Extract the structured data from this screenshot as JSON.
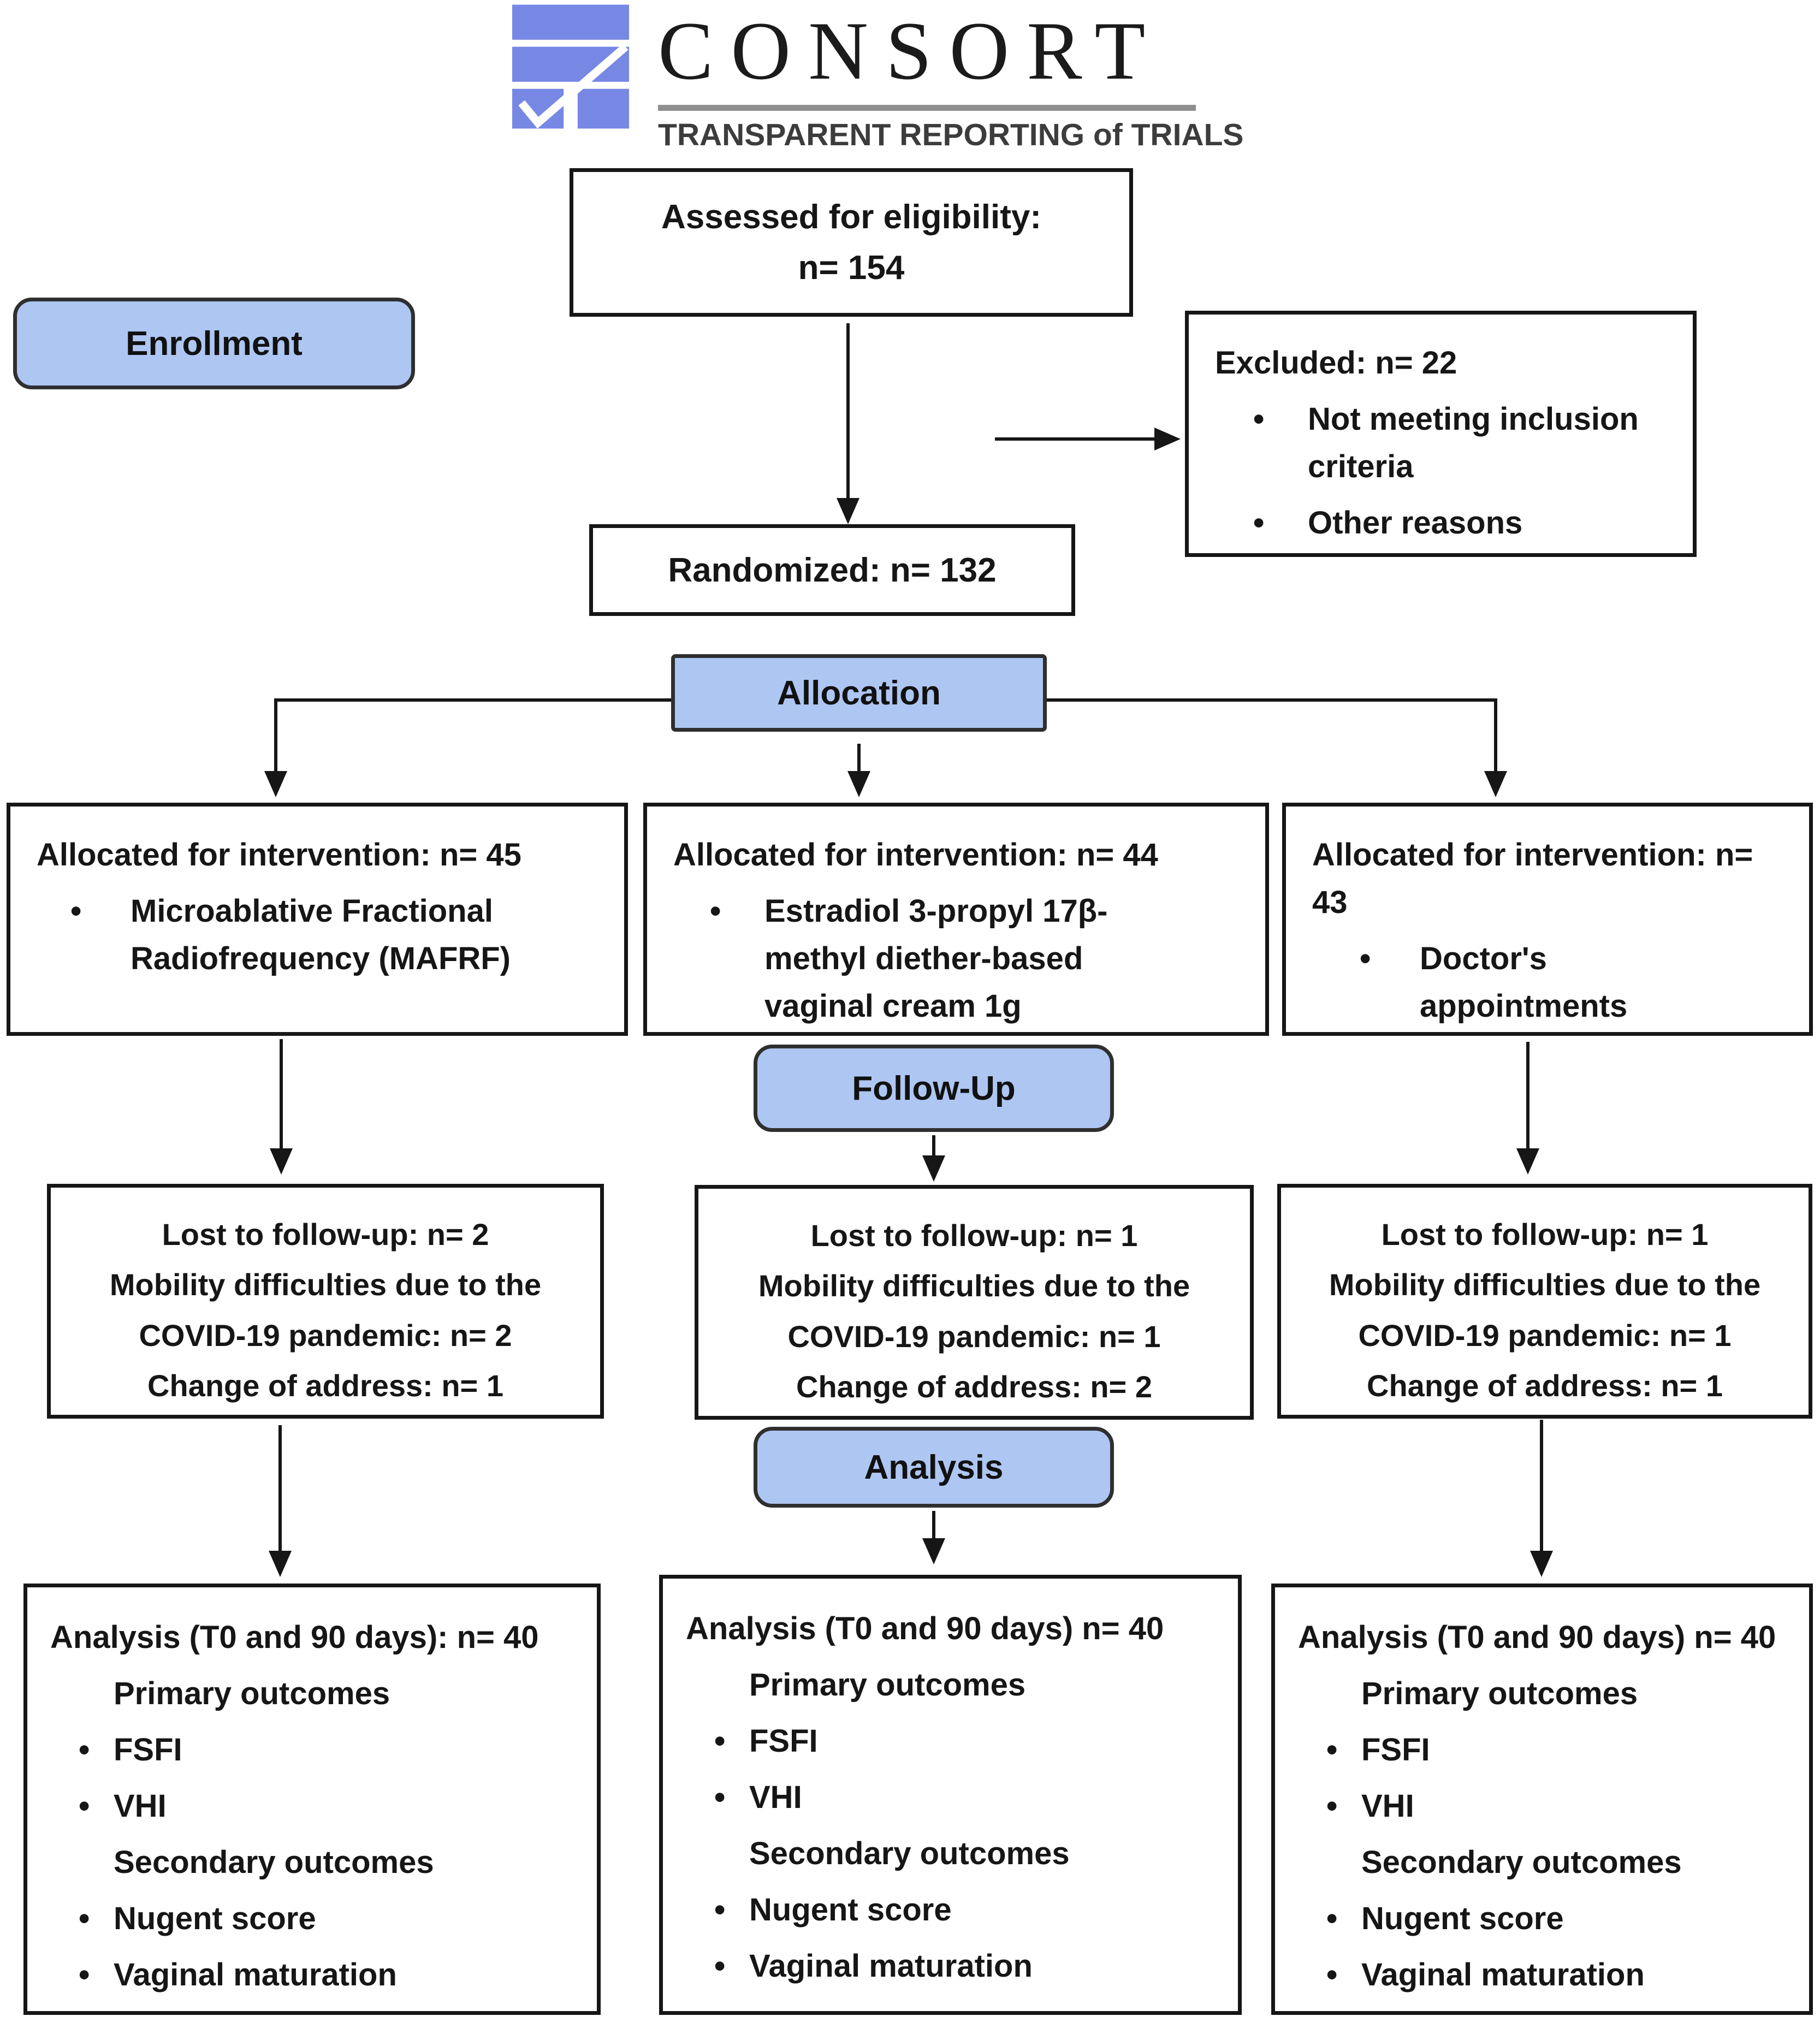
{
  "colors": {
    "label_fill": "#aec6f2",
    "label_border": "#2f2f2f",
    "box_border": "#161616",
    "line": "#161616",
    "text": "#161616",
    "logo_blue": "#7787e4",
    "logo_underline": "#8f8f8f",
    "logo_subtitle": "#3c3c3c"
  },
  "logo": {
    "word": "CONSORT",
    "subtitle": "TRANSPARENT REPORTING of TRIALS",
    "icon": "consort-checkmark-grid-icon"
  },
  "stages": {
    "enrollment": "Enrollment",
    "allocation": "Allocation",
    "follow_up": "Follow-Up",
    "analysis": "Analysis"
  },
  "enrollment": {
    "assessed": {
      "line1": "Assessed for eligibility:",
      "line2": "n= 154"
    },
    "excluded": {
      "title": "Excluded: n= 22",
      "bullet_marker": "•",
      "bullets": [
        "Not meeting inclusion criteria",
        "Other reasons"
      ]
    },
    "randomized": "Randomized: n= 132"
  },
  "allocation_boxes": [
    {
      "title": "Allocated for intervention: n= 45",
      "bullet_marker": "•",
      "bullet": "Microablative Fractional Radiofrequency (MAFRF)"
    },
    {
      "title": "Allocated for intervention: n= 44",
      "bullet_marker": "•",
      "bullet": "Estradiol 3-propyl 17β-methyl diether-based vaginal cream 1g"
    },
    {
      "title": "Allocated for intervention: n= 43",
      "bullet_marker": "•",
      "bullet": "Doctor's appointments"
    }
  ],
  "followup_boxes": [
    {
      "lines": [
        "Lost to follow-up: n= 2",
        "Mobility difficulties due to the",
        "COVID-19 pandemic: n= 2",
        "Change of address: n= 1"
      ]
    },
    {
      "lines": [
        "Lost to follow-up: n= 1",
        "Mobility difficulties due to the",
        "COVID-19 pandemic: n= 1",
        "Change of address: n= 2"
      ]
    },
    {
      "lines": [
        "Lost to follow-up: n= 1",
        "Mobility difficulties due to the",
        "COVID-19 pandemic: n= 1",
        "Change of address: n= 1"
      ]
    }
  ],
  "analysis_boxes": [
    {
      "title": "Analysis (T0 and 90 days): n= 40",
      "bullet_marker": "•",
      "primary_heading": "Primary outcomes",
      "primary_bullets": [
        "FSFI",
        "VHI"
      ],
      "secondary_heading": "Secondary outcomes",
      "secondary_bullets": [
        "Nugent score",
        "Vaginal maturation"
      ]
    },
    {
      "title": "Analysis (T0 and 90 days) n= 40",
      "bullet_marker": "•",
      "primary_heading": "Primary outcomes",
      "primary_bullets": [
        "FSFI",
        "VHI"
      ],
      "secondary_heading": "Secondary outcomes",
      "secondary_bullets": [
        "Nugent score",
        "Vaginal maturation"
      ]
    },
    {
      "title": "Analysis (T0 and 90 days) n= 40",
      "bullet_marker": "•",
      "primary_heading": "Primary outcomes",
      "primary_bullets": [
        "FSFI",
        "VHI"
      ],
      "secondary_heading": "Secondary outcomes",
      "secondary_bullets": [
        "Nugent score",
        "Vaginal maturation"
      ]
    }
  ]
}
